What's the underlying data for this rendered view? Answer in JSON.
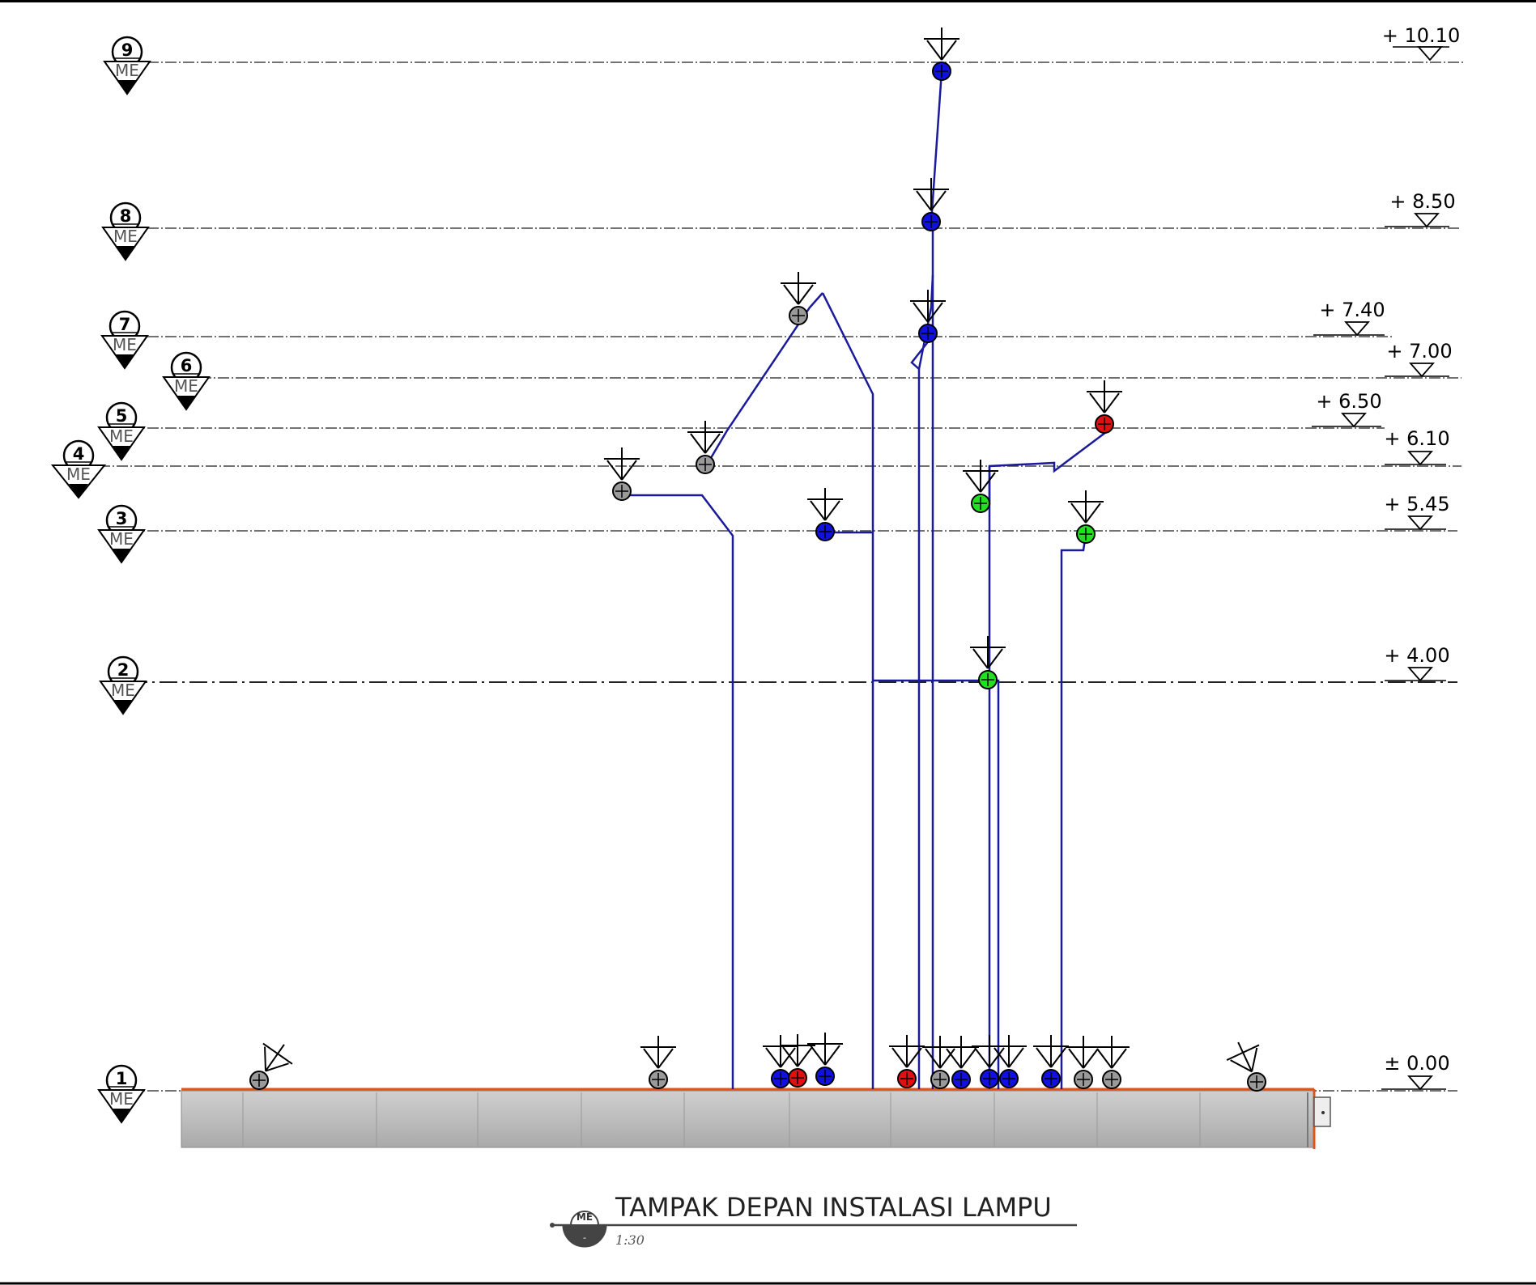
{
  "levels": [
    {
      "num": "9",
      "tag": "ME",
      "elevation": "+ 10.10"
    },
    {
      "num": "8",
      "tag": "ME",
      "elevation": "+ 8.50"
    },
    {
      "num": "7",
      "tag": "ME",
      "elevation": "+ 7.40"
    },
    {
      "num": "6",
      "tag": "ME",
      "elevation": "+ 7.00"
    },
    {
      "num": "5",
      "tag": "ME",
      "elevation": "+ 6.50"
    },
    {
      "num": "4",
      "tag": "ME",
      "elevation": "+ 6.10"
    },
    {
      "num": "3",
      "tag": "ME",
      "elevation": "+ 5.45"
    },
    {
      "num": "2",
      "tag": "ME",
      "elevation": "+ 4.00"
    },
    {
      "num": "1",
      "tag": "ME",
      "elevation": "± 0.00"
    }
  ],
  "title": {
    "text": "TAMPAK DEPAN INSTALASI LAMPU",
    "tag": "ME",
    "sheet": "-",
    "scale": "1:30"
  },
  "fixture_colors": {
    "blue": "#1010e0",
    "red": "#e01010",
    "green": "#20e020",
    "gray": "#9a9a9a"
  },
  "wire_color": "#1a1a9a",
  "floor_line_color": "#e0541a"
}
